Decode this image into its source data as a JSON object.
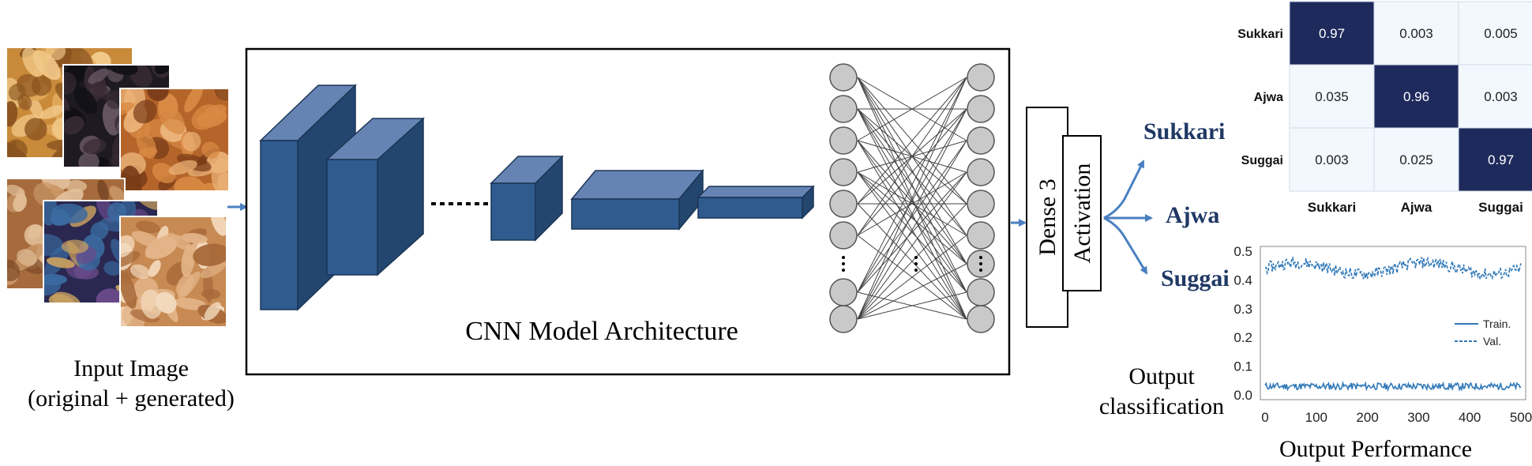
{
  "input": {
    "caption_line1": "Input Image",
    "caption_line2": "(original + generated)",
    "thumbnails": [
      {
        "kind": "dates-golden",
        "palette": [
          "#c98a3a",
          "#e0a75a",
          "#8a5420",
          "#f2c98a"
        ]
      },
      {
        "kind": "dates-dark",
        "palette": [
          "#1e1a22",
          "#3a2c34",
          "#6b5a66",
          "#111015"
        ]
      },
      {
        "kind": "dates-reddish",
        "palette": [
          "#b5652a",
          "#d88a44",
          "#7a3c18",
          "#ecb47a"
        ]
      },
      {
        "kind": "dates-blurred",
        "palette": [
          "#a66a3c",
          "#c99666",
          "#7c4a28",
          "#e2c09a"
        ]
      },
      {
        "kind": "dates-distorted",
        "palette": [
          "#2a2850",
          "#6a4a8a",
          "#c8a060",
          "#3a6aa0"
        ]
      },
      {
        "kind": "dates-light",
        "palette": [
          "#c78a52",
          "#e3b488",
          "#a86a3a",
          "#f4dcc0"
        ]
      }
    ]
  },
  "architecture": {
    "caption": "CNN Model Architecture"
  },
  "dense_block": {
    "label": "Dense 3"
  },
  "activation_block": {
    "label": "Activation"
  },
  "classes": {
    "items": [
      "Sukkari",
      "Ajwa",
      "Suggai"
    ],
    "color": "#1f3864"
  },
  "output_caption": {
    "line1": "Output",
    "line2": "classification"
  },
  "confusion_matrix": {
    "rows": [
      "Sukkari",
      "Ajwa",
      "Suggai"
    ],
    "cols": [
      "Sukkari",
      "Ajwa",
      "Suggai"
    ],
    "values": [
      [
        "0.97",
        "0.003",
        "0.005"
      ],
      [
        "0.035",
        "0.96",
        "0.003"
      ],
      [
        "0.003",
        "0.025",
        "0.97"
      ]
    ],
    "diag_color": "#1f2a5c",
    "offdiag_color": "#f2f8fd"
  },
  "chart_data": {
    "type": "line",
    "title": "",
    "caption": "Output Performance",
    "xlim": [
      0,
      500
    ],
    "ylim": [
      0,
      0.5
    ],
    "xticks": [
      "0",
      "100",
      "200",
      "300",
      "400",
      "500"
    ],
    "yticks": [
      "0.0",
      "0.1",
      "0.2",
      "0.3",
      "0.4",
      "0.5"
    ],
    "legend_position": "center-right",
    "series": [
      {
        "name": "Train.",
        "style": "solid",
        "color": "#2f78b8",
        "mean": 0.03,
        "noise": 0.012
      },
      {
        "name": "Val.",
        "style": "dashed",
        "color": "#2f78b8",
        "mean": 0.44,
        "noise": 0.02
      }
    ],
    "series_color": "#2f78b8"
  },
  "colors": {
    "layer_front": "#2f5b8e",
    "layer_top": "#6684b3",
    "layer_side": "#23466f",
    "arrow": "#4a80c0",
    "neuron": "#c9c9c9"
  }
}
